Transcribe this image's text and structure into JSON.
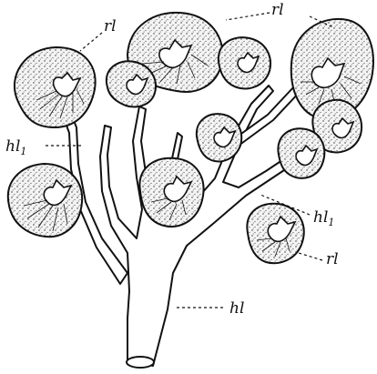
{
  "labels": {
    "rl_top_left": "rl",
    "rl_top_right": "rl",
    "hl1_left": "hl",
    "hl1_left_sub": "1",
    "hl1_right": "hl",
    "hl1_right_sub": "1",
    "rl_right": "rl",
    "hl_bottom": "hl"
  }
}
